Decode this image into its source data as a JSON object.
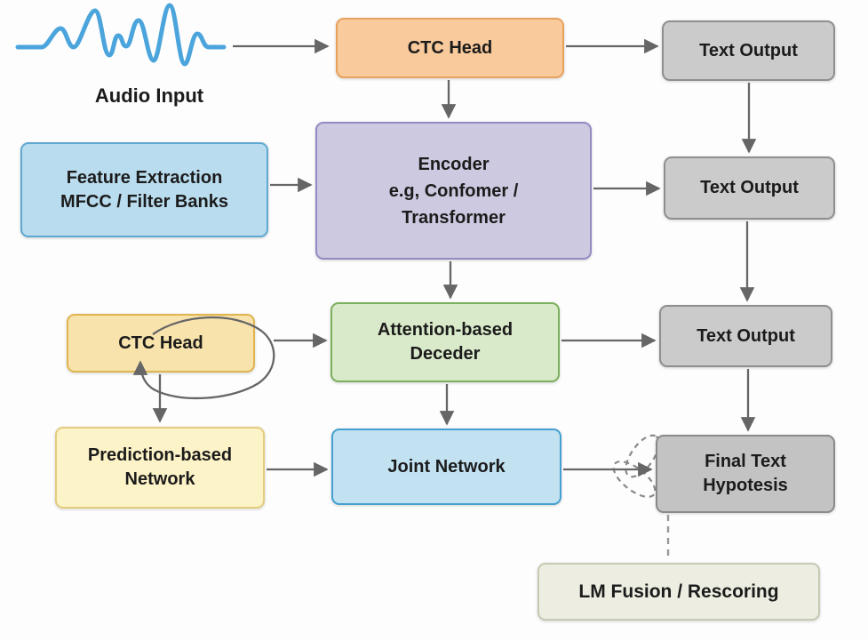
{
  "diagram": {
    "background_color": "#fdfdfd",
    "arrow_color": "#666666",
    "waveform_color": "#4ba5dc",
    "nodes": {
      "audio_input": {
        "label": "Audio Input"
      },
      "ctc_head_top": {
        "label": "CTC Head",
        "fill": "#f9ca9c",
        "border": "#e8a25c"
      },
      "text_output_1": {
        "label": "Text Output",
        "fill": "#cbcbcb",
        "border": "#8f8f8f"
      },
      "feature_extraction": {
        "line1": "Feature Extraction",
        "line2": "MFCC / Filter Banks",
        "fill": "#b9dcee",
        "border": "#5fa8d2"
      },
      "encoder": {
        "line1": "Encoder",
        "line2": "e.g, Confomer /",
        "line3": "Transformer",
        "fill": "#cdc9e0",
        "border": "#948bc4"
      },
      "text_output_2": {
        "label": "Text Output",
        "fill": "#cbcbcb",
        "border": "#8f8f8f"
      },
      "ctc_head_2": {
        "label": "CTC Head",
        "fill": "#f8e3ac",
        "border": "#e0b54f"
      },
      "attention_decoder": {
        "line1": "Attention-based",
        "line2": "Deceder",
        "fill": "#d9eaca",
        "border": "#7cb05e"
      },
      "text_output_3": {
        "label": "Text Output",
        "fill": "#cbcbcb",
        "border": "#8f8f8f"
      },
      "prediction_network": {
        "line1": "Prediction-based",
        "line2": "Network",
        "fill": "#fdf3c8",
        "border": "#e3cc7e"
      },
      "joint_network": {
        "label": "Joint Network",
        "fill": "#c2e2f2",
        "border": "#43a0d0"
      },
      "final_hypothesis": {
        "line1": "Final Text",
        "line2": "Hypotesis",
        "fill": "#c3c3c3",
        "border": "#8a8a8a"
      },
      "lm_fusion": {
        "label": "LM Fusion / Rescoring",
        "fill": "#edeee1",
        "border": "#c6c9b3"
      }
    }
  }
}
